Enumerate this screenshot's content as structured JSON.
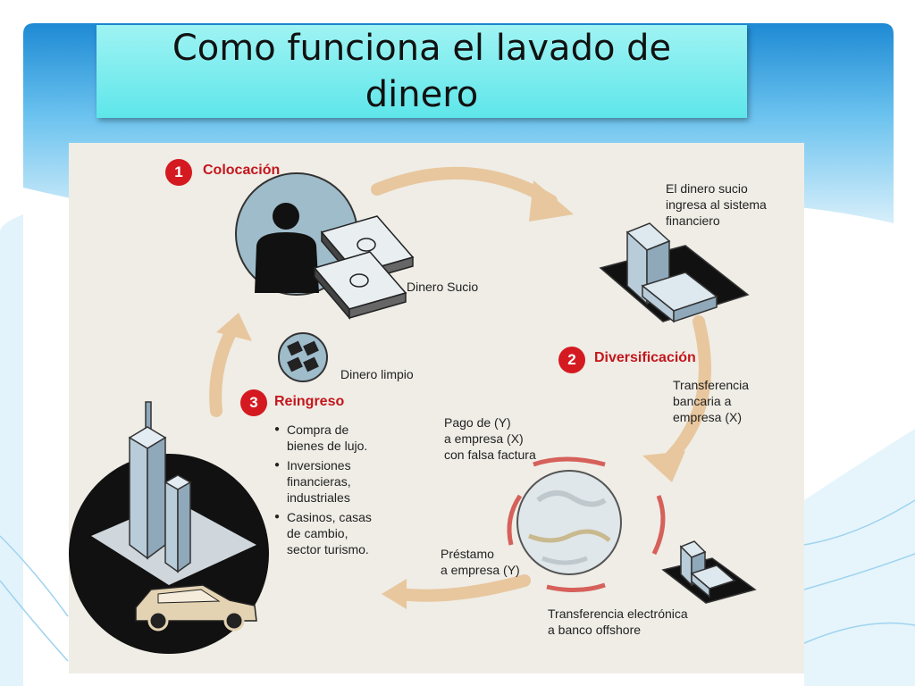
{
  "title": "Como funciona el lavado de dinero",
  "steps": [
    {
      "number": "1",
      "title": "Colocación"
    },
    {
      "number": "2",
      "title": "Diversificación"
    },
    {
      "number": "3",
      "title": "Reingreso"
    }
  ],
  "labels": {
    "dirty_money": "Dinero Sucio",
    "clean_money": "Dinero limpio",
    "enters_system": [
      "El dinero sucio",
      "ingresa al sistema",
      "financiero"
    ],
    "bank_transfer": [
      "Transferencia",
      "bancaria a",
      "empresa (X)"
    ],
    "payment": [
      "Pago de (Y)",
      "a empresa (X)",
      "con falsa factura"
    ],
    "loan": [
      "Préstamo",
      "a empresa (Y)"
    ],
    "electronic_transfer": [
      "Transferencia electrónica",
      "a banco offshore"
    ]
  },
  "reentry_items": [
    [
      "Compra de",
      "bienes de lujo."
    ],
    [
      "Inversiones",
      "financieras,",
      "industriales"
    ],
    [
      "Casinos, casas",
      "de cambio,",
      "sector turismo."
    ]
  ],
  "colors": {
    "accent_red": "#d41a20",
    "arrow": "#e8c79e",
    "title_bg": "#5ee6ea",
    "slide_blue": "#2f9ad8"
  }
}
